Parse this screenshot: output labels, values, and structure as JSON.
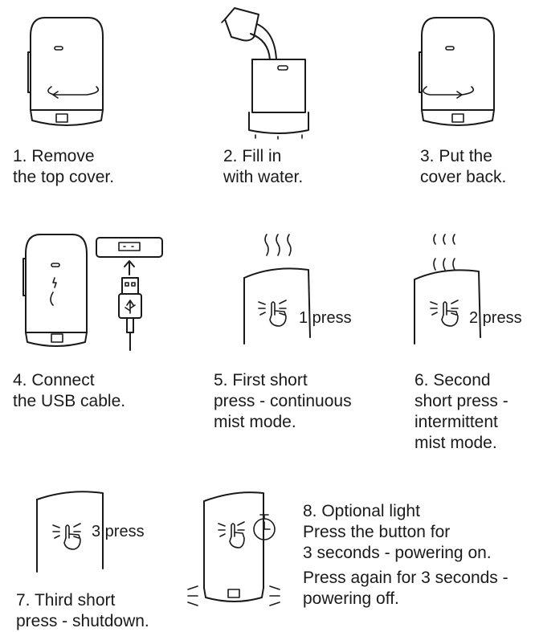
{
  "steps": [
    {
      "lines": [
        "1. Remove",
        "the top cover."
      ]
    },
    {
      "lines": [
        "2. Fill in",
        "with water."
      ]
    },
    {
      "lines": [
        "3. Put the",
        "cover back."
      ]
    },
    {
      "lines": [
        "4. Connect",
        "the USB cable."
      ]
    },
    {
      "lines": [
        "5. First short",
        "press - continuous",
        "mist mode."
      ],
      "press_label": "1 press"
    },
    {
      "lines": [
        "6. Second",
        "short press -",
        "intermittent",
        "mist mode."
      ],
      "press_label": "2 press"
    },
    {
      "lines": [
        "7. Third short",
        "press - shutdown."
      ],
      "press_label": "3 press"
    },
    {
      "lines": [
        "8. Optional light",
        "Press the button for",
        "3 seconds - powering on.",
        "Press again for 3 seconds -",
        "powering off."
      ]
    }
  ]
}
